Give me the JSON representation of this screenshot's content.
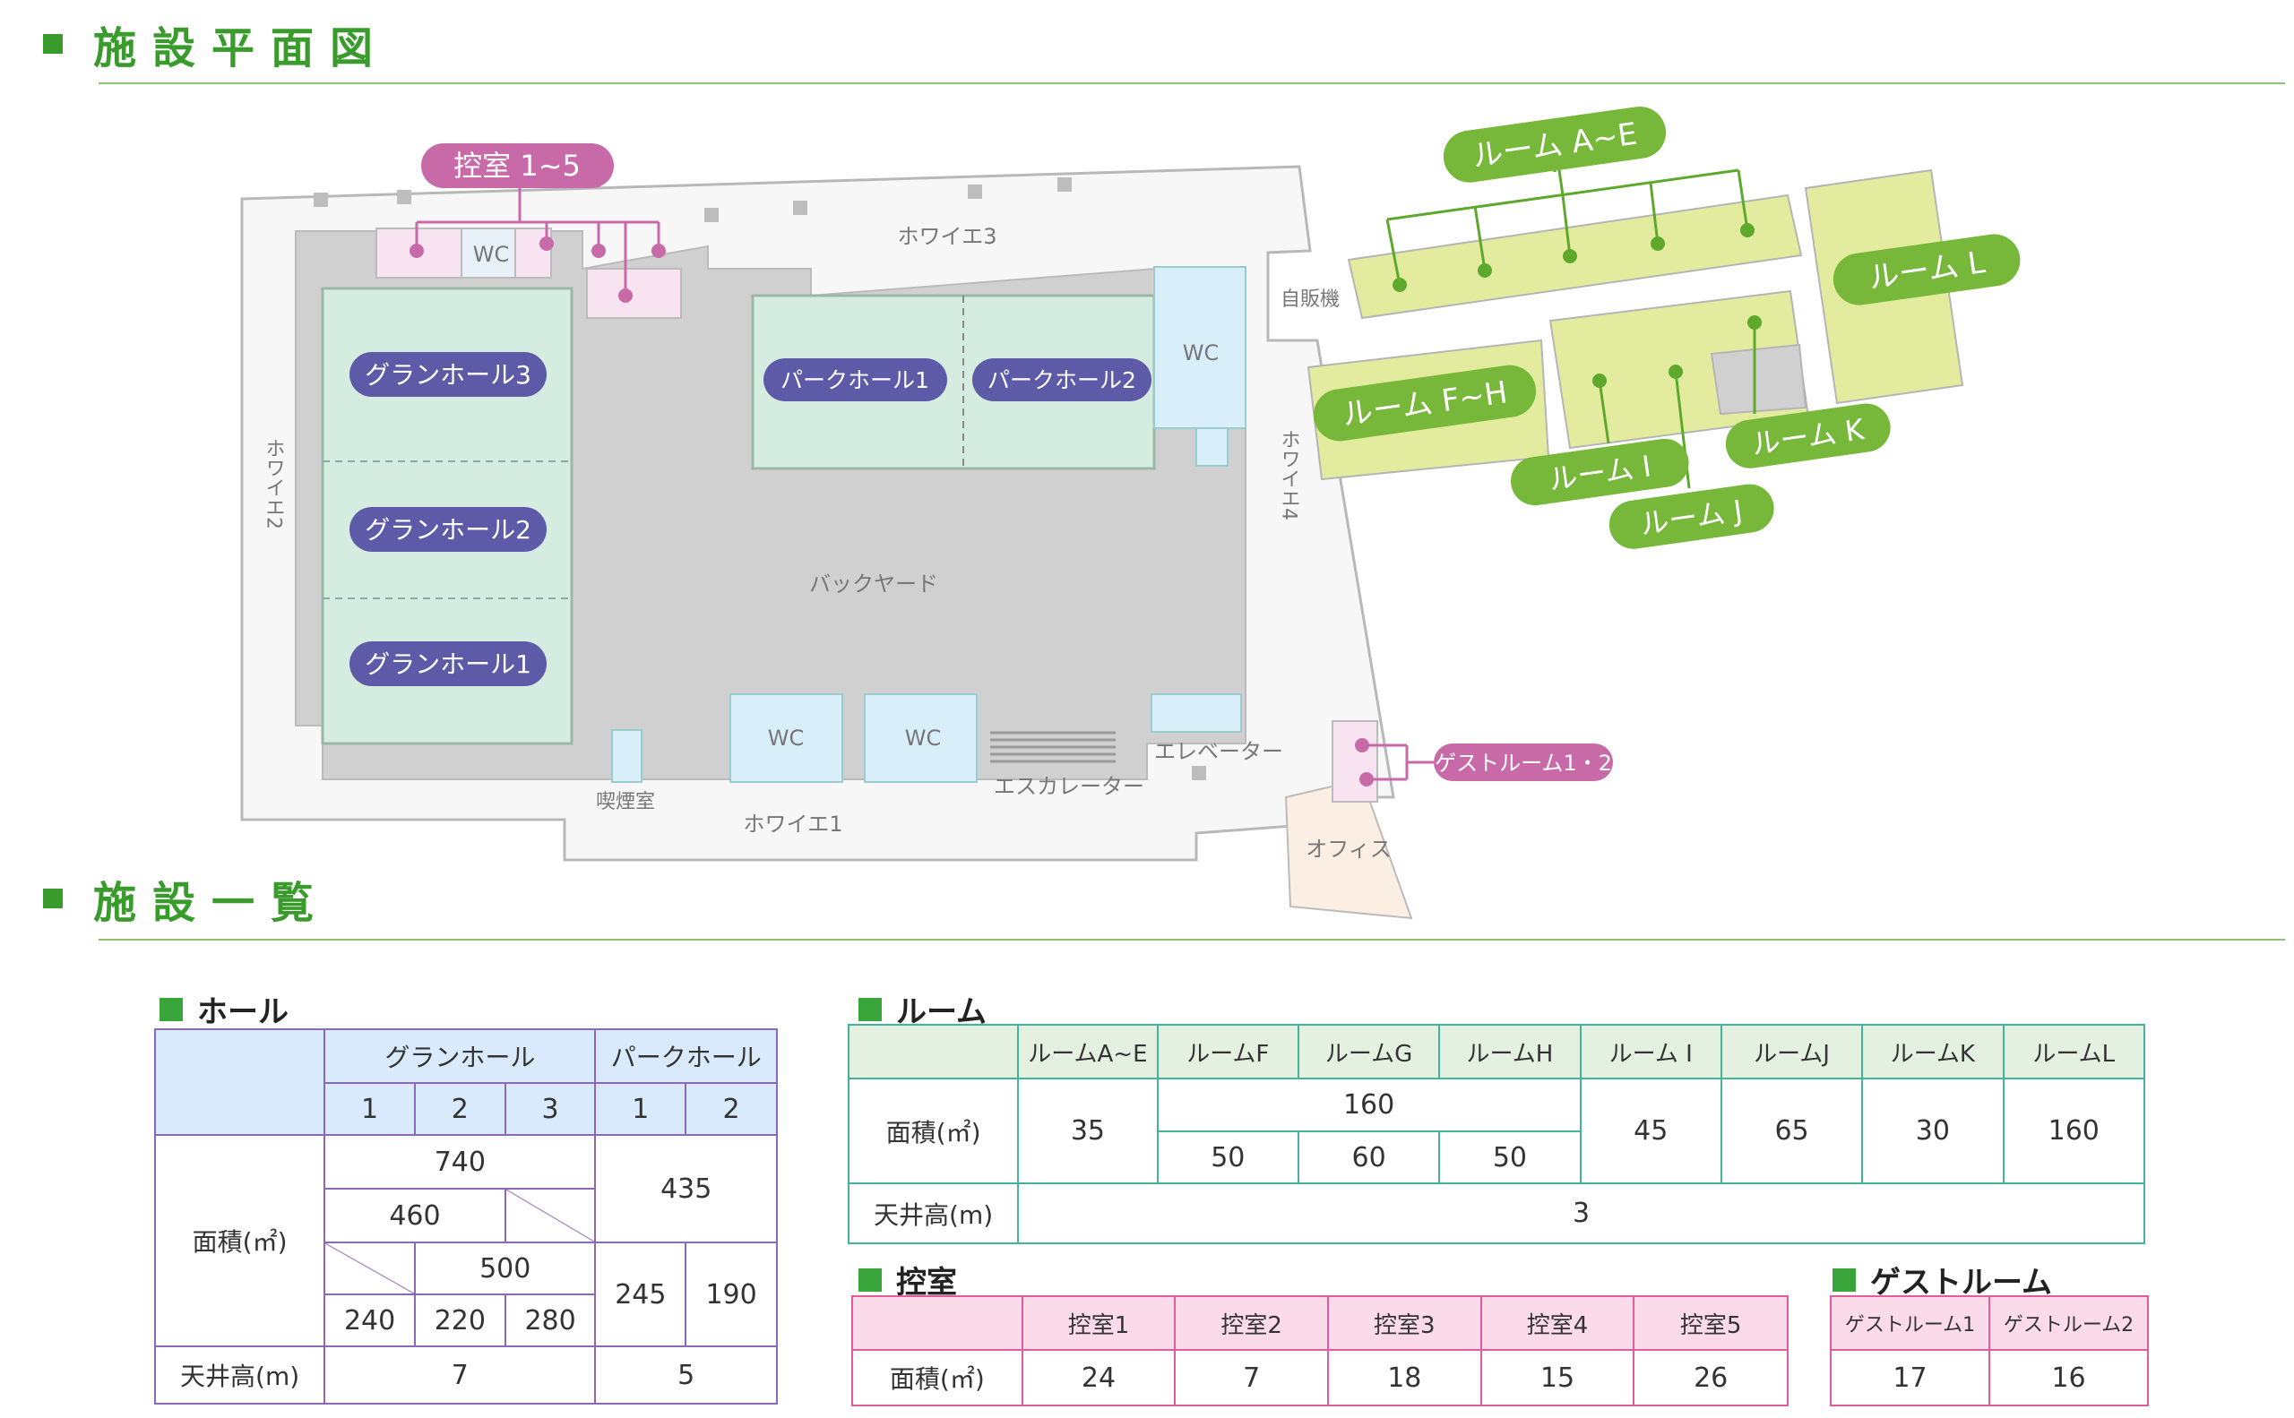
{
  "sections": {
    "floorplan_title": "施設平面図",
    "list_title": "施設一覧"
  },
  "plan": {
    "callouts": {
      "hikae": "控室 1~5",
      "room_ae": "ルーム A~E",
      "room_l": "ルーム L",
      "room_fh": "ルーム F~H",
      "room_i": "ルーム I",
      "room_j": "ルーム J",
      "room_k": "ルーム K",
      "guest": "ゲストルーム1・2"
    },
    "halls": {
      "gran3": "グランホール3",
      "gran2": "グランホール2",
      "gran1": "グランホール1",
      "park1": "パークホール1",
      "park2": "パークホール2"
    },
    "labels": {
      "wc": "WC",
      "foyer1": "ホワイエ1",
      "foyer2": "ホワイエ2",
      "foyer3": "ホワイエ3",
      "foyer4": "ホワイエ4",
      "backyard": "バックヤード",
      "vending": "自販機",
      "elevator": "エレベーター",
      "escalator": "エスカレーター",
      "smoking": "喫煙室",
      "office": "オフィス"
    }
  },
  "hall_table": {
    "title": "ホール",
    "gran": "グランホール",
    "park": "パークホール",
    "g1": "1",
    "g2": "2",
    "g3": "3",
    "p1": "1",
    "p2": "2",
    "area_label": "面積(㎡)",
    "ceiling_label": "天井高(m)",
    "g_total": "740",
    "g_460": "460",
    "g_500": "500",
    "g1_area": "240",
    "g2_area": "220",
    "g3_area": "280",
    "park_total": "435",
    "p1_area": "245",
    "p2_area": "190",
    "g_ceiling": "7",
    "p_ceiling": "5"
  },
  "room_table": {
    "title": "ルーム",
    "headers": [
      "ルームA~E",
      "ルームF",
      "ルームG",
      "ルームH",
      "ルーム I",
      "ルームJ",
      "ルームK",
      "ルームL"
    ],
    "area_label": "面積(㎡)",
    "ceiling_label": "天井高(m)",
    "ae": "35",
    "fgh_total": "160",
    "f": "50",
    "g": "60",
    "h": "50",
    "i": "45",
    "j": "65",
    "k": "30",
    "l": "160",
    "ceiling": "3"
  },
  "ctrl_table": {
    "title": "控室",
    "headers": [
      "控室1",
      "控室2",
      "控室3",
      "控室4",
      "控室5"
    ],
    "area_label": "面積(㎡)",
    "values": [
      "24",
      "7",
      "18",
      "15",
      "26"
    ]
  },
  "guest_table": {
    "title": "ゲストルーム",
    "headers": [
      "ゲストルーム1",
      "ゲストルーム2"
    ],
    "values": [
      "17",
      "16"
    ]
  },
  "colors": {
    "accent_green": "#3a9b2d",
    "hall_purple": "#5d5aa8",
    "room_green": "#77b83a",
    "hikae_pink": "#c86aa8",
    "hall_fill": "#d6eede",
    "room_fill": "#e4ee9c"
  }
}
